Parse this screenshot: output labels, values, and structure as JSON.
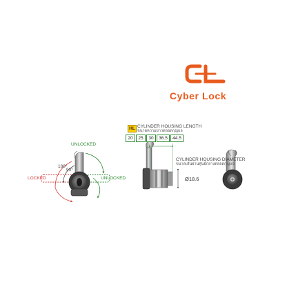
{
  "brand": {
    "name": "Cyber Lock",
    "color": "#e85a1e"
  },
  "left_view": {
    "unlocked_top": "UNLOCKED",
    "unlocked_right": "UNLOCKED",
    "locked": "LOCKED",
    "angle_180": "180°",
    "angle_90": "90°"
  },
  "dimensions": {
    "hl_tag": "HL",
    "cylinder_length_en": "CYLINDER HOUSING LENGTH",
    "cylinder_length_th": "ขนาดความยาวตลอดกุญแจ",
    "lengths": [
      "20",
      "25",
      "30",
      "36.5",
      "44.5"
    ],
    "cylinder_diameter_en": "CYLINDER HOUSING DIAMETER",
    "cylinder_diameter_th": "ขนาดเส้นผ่านศูนย์กลางตลอดกุญแจ",
    "diameter_value": "Ø18.6"
  },
  "colors": {
    "green": "#2f8a33",
    "red": "#d43a3a",
    "accent": "#e85a1e",
    "hl": "#ffcc00"
  }
}
